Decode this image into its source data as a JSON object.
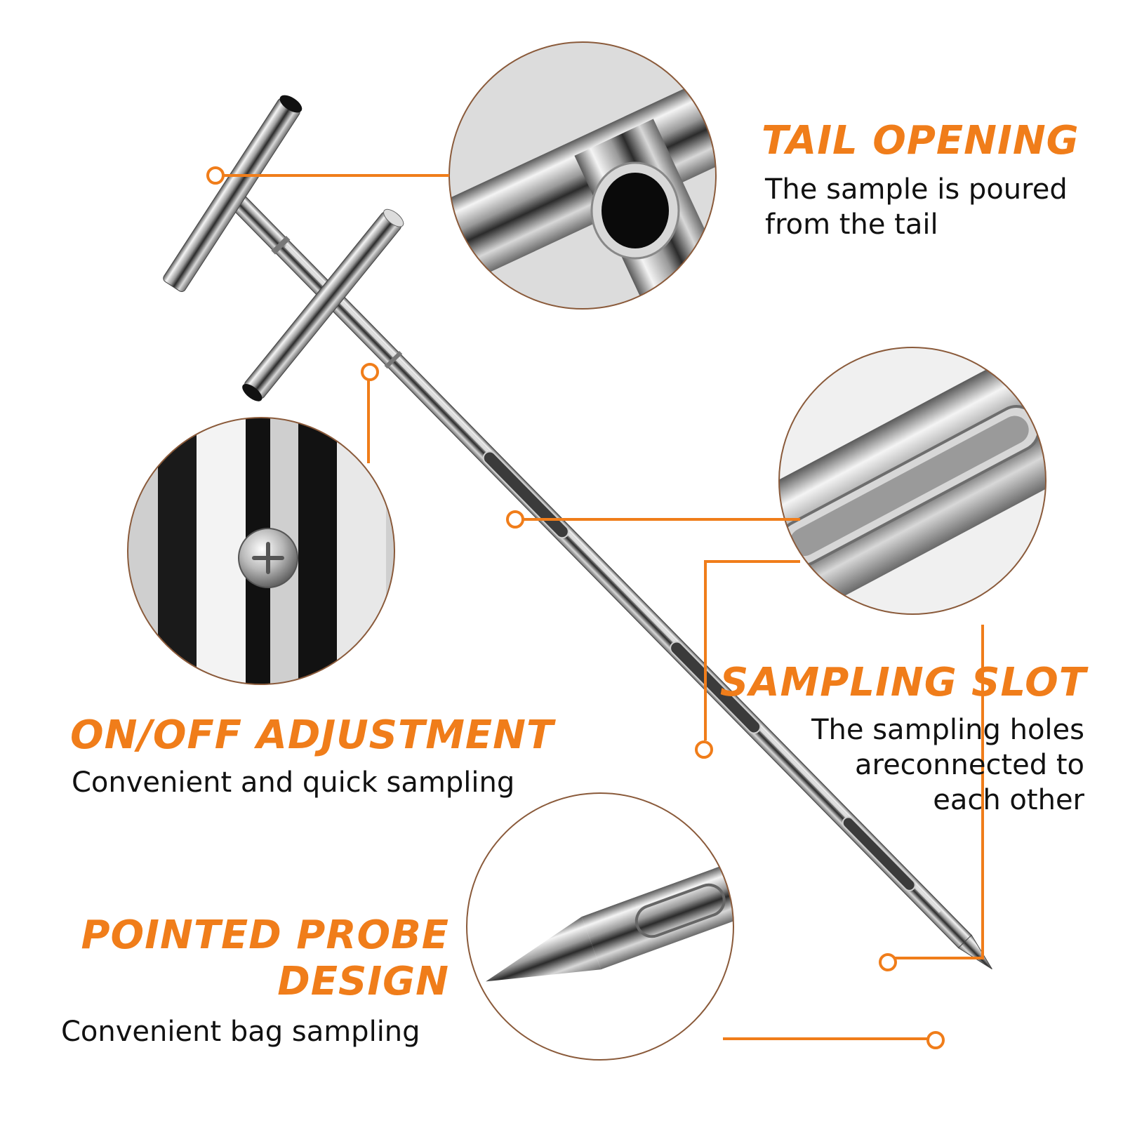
{
  "colors": {
    "accent": "#f07d1a",
    "text": "#111111",
    "background": "#ffffff",
    "steel_light": "#f2f2f2",
    "steel_dark": "#2a2a2a"
  },
  "callouts": {
    "tail_opening": {
      "title": "TAIL OPENING",
      "description": [
        "The sample is poured",
        "from the tail"
      ]
    },
    "sampling_slot": {
      "title": "SAMPLING SLOT",
      "description": [
        "The sampling holes",
        "areconnected to",
        "each other"
      ]
    },
    "on_off_adjustment": {
      "title": "ON/OFF ADJUSTMENT",
      "description": [
        "Convenient and quick sampling"
      ]
    },
    "pointed_probe": {
      "title": [
        "POINTED PROBE",
        "DESIGN"
      ],
      "description": [
        "Convenient bag sampling"
      ]
    }
  },
  "icons": {
    "tool": "soil-sampler-probe-icon",
    "zoom_tail": "tail-opening-closeup-icon",
    "zoom_slot": "sampling-slot-closeup-icon",
    "zoom_screw": "adjustment-screw-closeup-icon",
    "zoom_tip": "probe-tip-closeup-icon",
    "marker": "callout-marker-icon"
  }
}
